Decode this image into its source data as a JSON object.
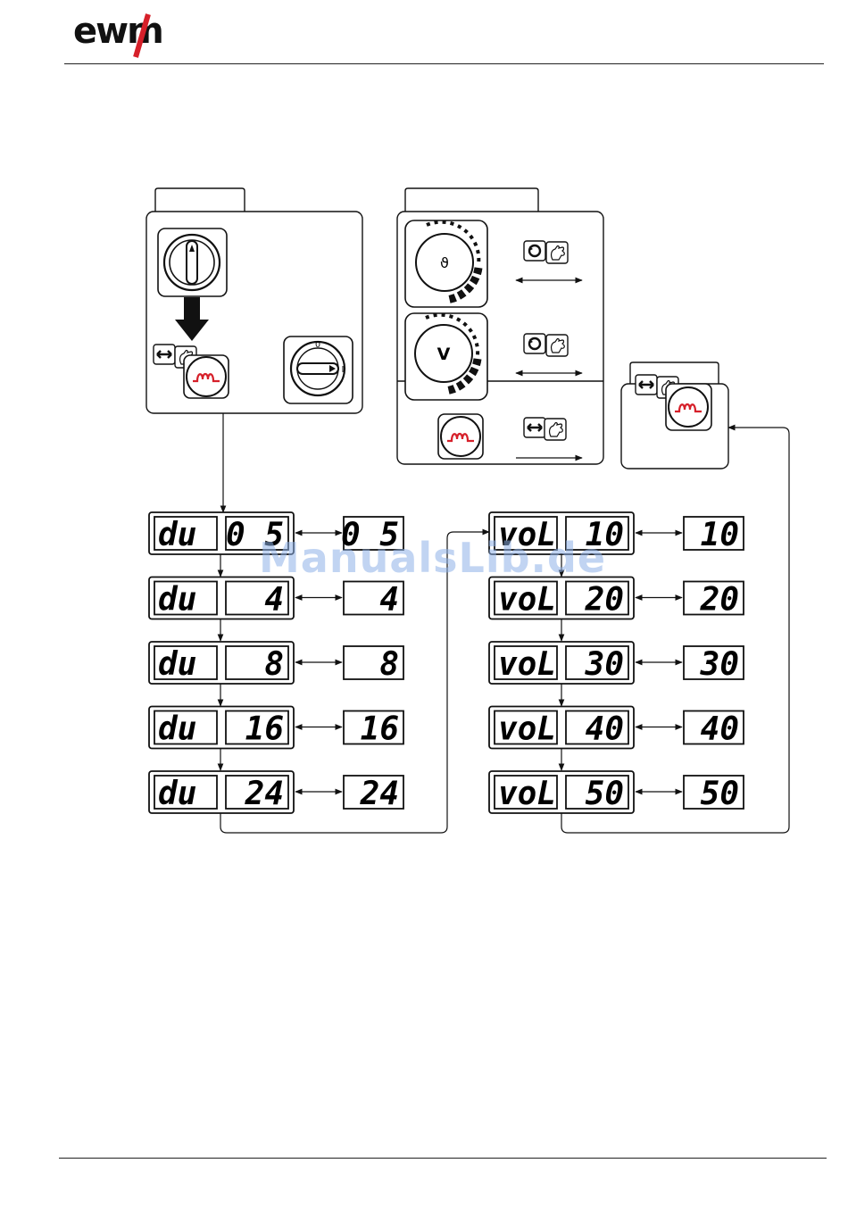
{
  "brand": {
    "logo_text": "ewm",
    "accent_color": "#d6202a"
  },
  "watermark": "ManualsLib.de",
  "icons": {
    "selector_knob": "rotary-selector-knob-icon",
    "down_arrow": "thick-down-arrow-icon",
    "push_button": "push-button-hand-icon",
    "turn_button": "rotate-hand-icon",
    "wire_inch": "wire-inch-button-icon",
    "main_switch": "main-switch-icon",
    "rotary_wire": "wire-speed-knob-icon",
    "rotary_volt": "voltage-knob-icon"
  },
  "panel_labels": {
    "main_switch_zero": "0",
    "main_switch_one": "I",
    "knob_upper_symbol": "ϑ",
    "knob_lower_symbol": "V"
  },
  "displays": {
    "du_prefix": "du",
    "vol_prefix": "voL",
    "du_rows": [
      {
        "value": "0 5",
        "result": "0 5"
      },
      {
        "value": "4",
        "result": "4"
      },
      {
        "value": "8",
        "result": "8"
      },
      {
        "value": "16",
        "result": "16"
      },
      {
        "value": "24",
        "result": "24"
      }
    ],
    "vol_rows": [
      {
        "value": "10",
        "result": "10"
      },
      {
        "value": "20",
        "result": "20"
      },
      {
        "value": "30",
        "result": "30"
      },
      {
        "value": "40",
        "result": "40"
      },
      {
        "value": "50",
        "result": "50"
      }
    ]
  }
}
